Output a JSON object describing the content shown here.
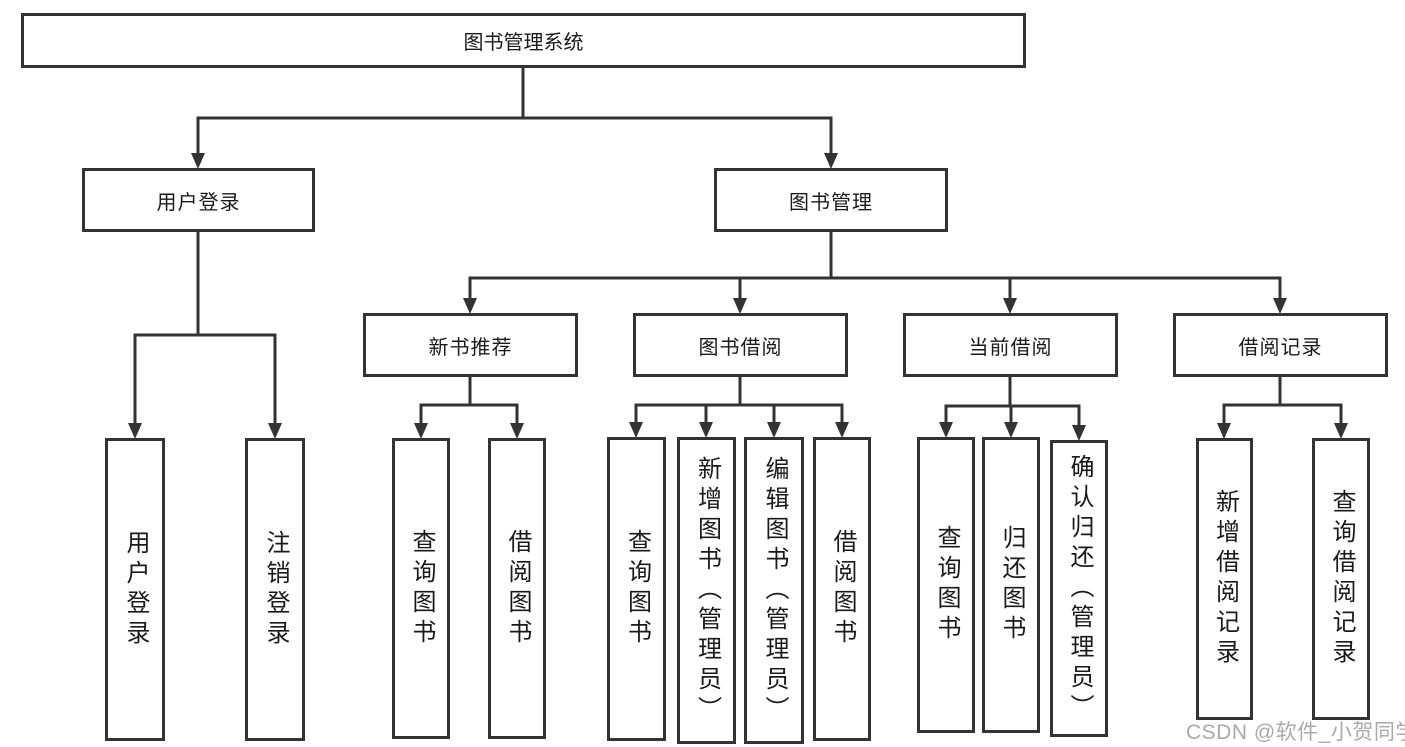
{
  "root": {
    "label": "图书管理系统"
  },
  "branches": [
    {
      "label": "用户登录",
      "leaves": [
        "用户登录",
        "注销登录"
      ]
    },
    {
      "label": "图书管理",
      "groups": [
        {
          "label": "新书推荐",
          "leaves": [
            "查询图书",
            "借阅图书"
          ]
        },
        {
          "label": "图书借阅",
          "leaves": [
            "查询图书",
            "新增图书（管理员）",
            "编辑图书（管理员）",
            "借阅图书"
          ]
        },
        {
          "label": "当前借阅",
          "leaves": [
            "查询图书",
            "归还图书",
            "确认归还（管理员）"
          ]
        },
        {
          "label": "借阅记录",
          "leaves": [
            "新增借阅记录",
            "查询借阅记录"
          ]
        }
      ]
    }
  ],
  "watermark": "CSDN @软件_小贺同学",
  "colors": {
    "line": "#333333",
    "box_border": "#333333",
    "text": "#1a1a1a",
    "watermark": "#9b9b9b",
    "background": "#ffffff"
  }
}
